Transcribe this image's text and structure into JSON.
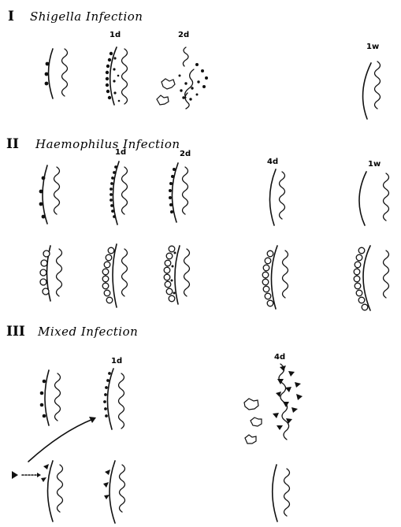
{
  "sections": [
    {
      "numeral": "I",
      "title": "Shigella Infection"
    },
    {
      "numeral": "II",
      "title": "Haemophilus Infection"
    },
    {
      "numeral": "III",
      "title": "Mixed Infection"
    }
  ],
  "time_labels": {
    "s1": [
      "1d",
      "2d",
      "1w"
    ],
    "s2": [
      "1d",
      "2d",
      "4d",
      "1w"
    ],
    "s3": [
      "1d",
      "4d"
    ]
  }
}
